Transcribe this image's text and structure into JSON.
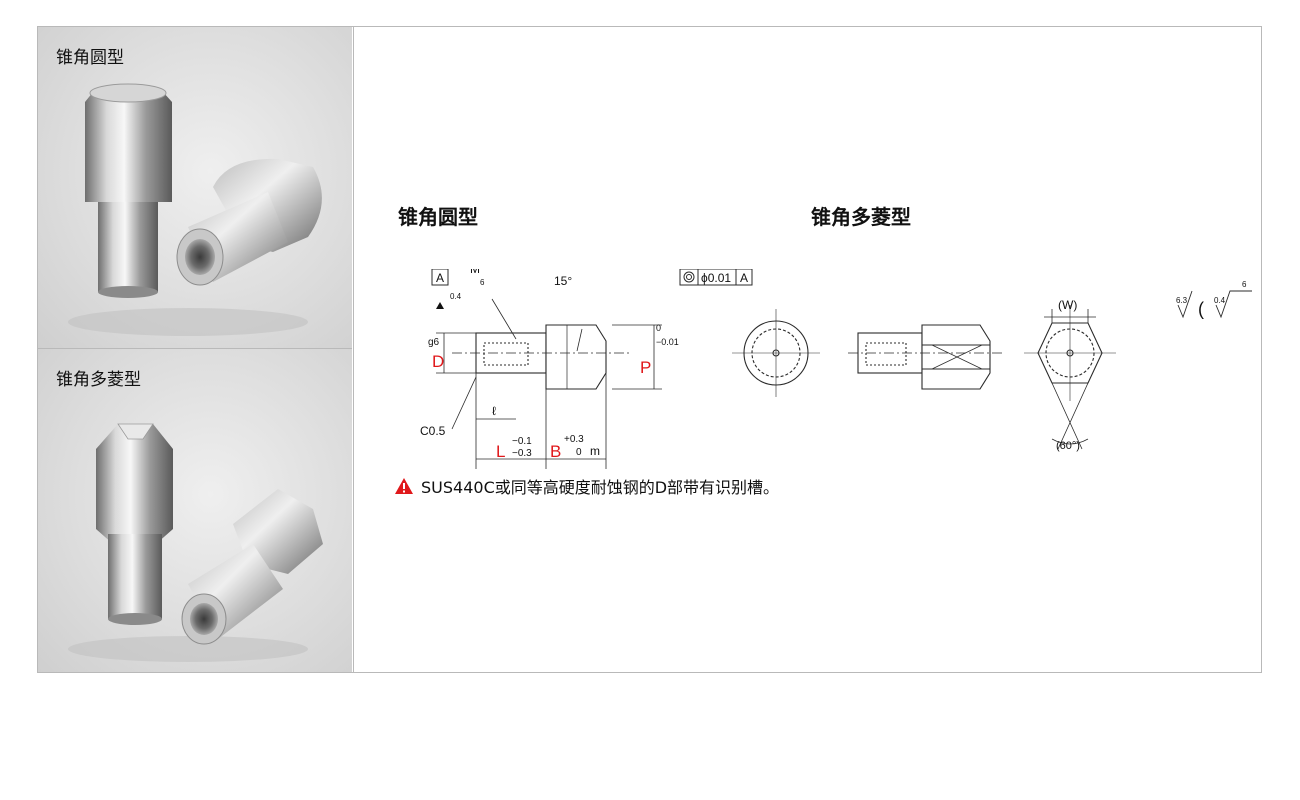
{
  "left_panel": {
    "photo_round_label": "锥角圆型",
    "photo_diamond_label": "锥角多菱型"
  },
  "right_panel": {
    "heading_round": "锥角圆型",
    "heading_diamond": "锥角多菱型",
    "note": "SUS440C或同等高硬度耐蚀钢的D部带有识别槽。"
  },
  "drawing_round": {
    "datum": "A",
    "thread_label": "M",
    "angle_label": "15°",
    "roughness_04": "0.4",
    "roughness_6": "6",
    "concentricity": "ϕ0.01",
    "concentricity_datum": "A",
    "d_label": "D",
    "d_tol": "g6",
    "p_label": "P",
    "p_tol_upper": "0",
    "p_tol_lower": "−0.01",
    "chamfer": "C0.5",
    "l_small": "ℓ",
    "l_label": "L",
    "l_tol_upper": "−0.1",
    "l_tol_lower": "−0.3",
    "b_label": "B",
    "b_tol_upper": "+0.3",
    "b_tol_lower": "0",
    "m_label": "m"
  },
  "drawing_diamond": {
    "w_label": "(W)",
    "angle_label": "(60°)"
  },
  "roughness_legend": {
    "r1": "6.3",
    "open_paren": "(",
    "r2": "0.4",
    "r2_sup": "6",
    "close_paren": ")"
  },
  "colors": {
    "border": "#b9b9b9",
    "accent_red": "#e0181b",
    "drawing_line": "#2b2b2b"
  }
}
